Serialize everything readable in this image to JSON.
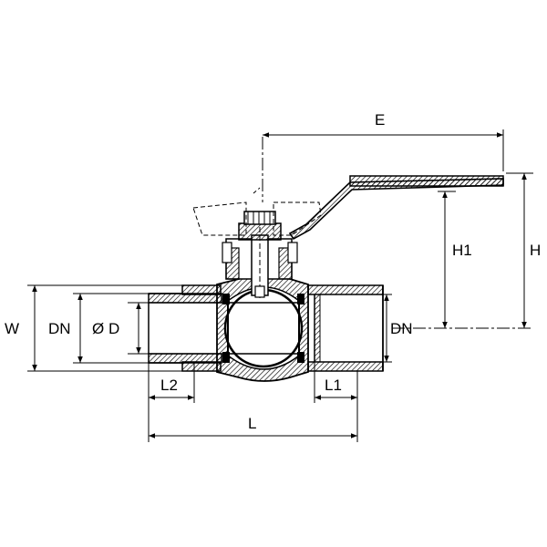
{
  "diagram": {
    "labels": {
      "E": "E",
      "H1": "H1",
      "H": "H",
      "W": "W",
      "DN_left": "DN",
      "phiD": "Ø D",
      "DN_right": "DN",
      "L2": "L2",
      "L1": "L1",
      "L": "L"
    }
  }
}
